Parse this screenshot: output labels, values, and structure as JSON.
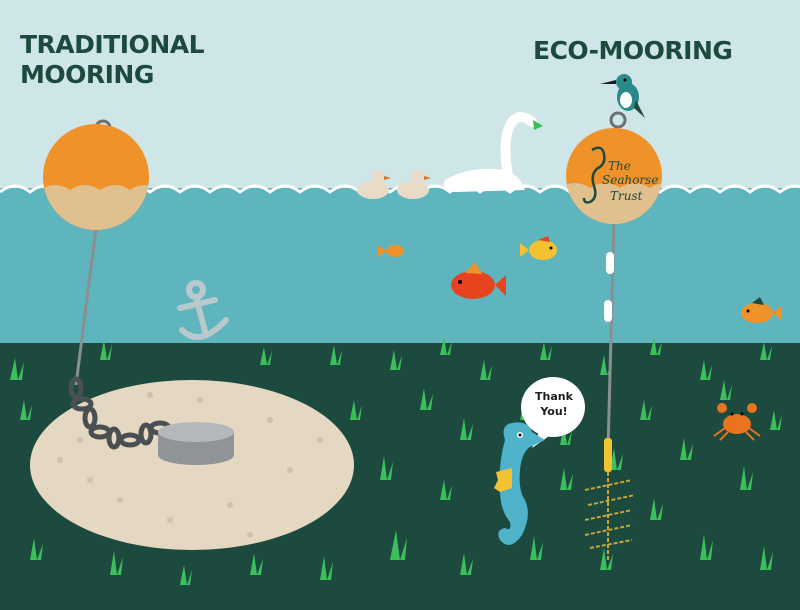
{
  "titles": {
    "traditional_line1": "TRADITIONAL",
    "traditional_line2": "MOORING",
    "eco": "ECO-MOORING"
  },
  "speech_bubble": {
    "line1": "Thank",
    "line2": "You!"
  },
  "buoy_logo": {
    "line1": "The",
    "line2": "Seahorse",
    "line3": "Trust"
  },
  "colors": {
    "sky": "#cfe6e8",
    "sea": "#5fb5bd",
    "seabed": "#1d4a3e",
    "seagrass": "#3bbf5a",
    "sand": "#e5d8c2",
    "buoy_orange": "#f0922a",
    "buoy_tan": "#e0c08f",
    "title_green": "#1d4a3e"
  },
  "icons": [
    "anchor-icon",
    "kingfisher-icon",
    "swan-icon",
    "duck-icon",
    "fish-icon",
    "crab-icon",
    "seahorse-icon",
    "chain-icon",
    "concrete-block-icon"
  ]
}
